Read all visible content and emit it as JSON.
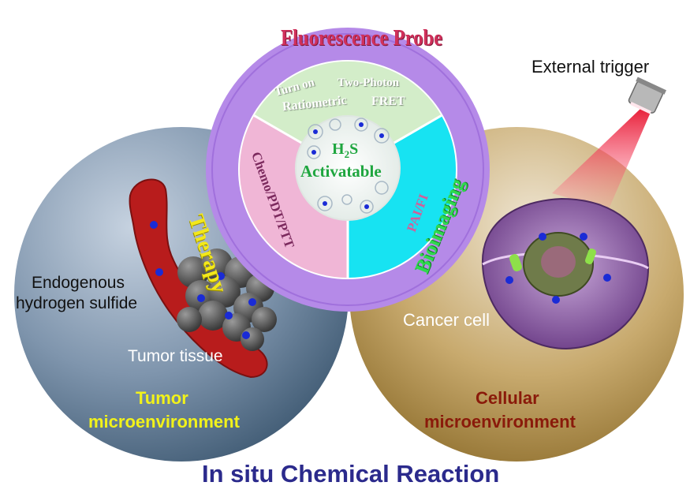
{
  "ring": {
    "title": "Fluorescence Probe",
    "left_label": "Therapy",
    "right_label": "Bioimaging"
  },
  "sectors": {
    "top_line1_left": "Turn on",
    "top_line1_right": "Two-Photon",
    "top_line2_left": "Ratiometric",
    "top_line2_right": "FRET",
    "left": "Chemo/PDT/PTT",
    "right": "PAI/FI"
  },
  "center": {
    "h2s_main": "H",
    "h2s_sub": "2",
    "h2s_tail": "S",
    "line2": "Activatable"
  },
  "left_circle": {
    "endogenous_line1": "Endogenous",
    "endogenous_line2": "hydrogen sulfide",
    "tissue": "Tumor tissue",
    "title_line1": "Tumor",
    "title_line2": "microenvironment"
  },
  "right_circle": {
    "cell": "Cancer cell",
    "trigger": "External trigger",
    "title_line1": "Cellular",
    "title_line2": "microenvironment"
  },
  "footer": {
    "title": "In situ Chemical Reaction"
  },
  "colors": {
    "ring": "#b58ae8",
    "top_sector": "#d3edc9",
    "left_sector": "#f0b6d6",
    "right_sector": "#17e3f2",
    "probe_title": "#d0305a",
    "therapy": "#f3e81a",
    "bioimaging": "#2fd94e",
    "center_text": "#1fa63f",
    "tumor_title": "#f2f21a",
    "cellular_title": "#8a1a0a",
    "footer": "#2b2a8c"
  }
}
